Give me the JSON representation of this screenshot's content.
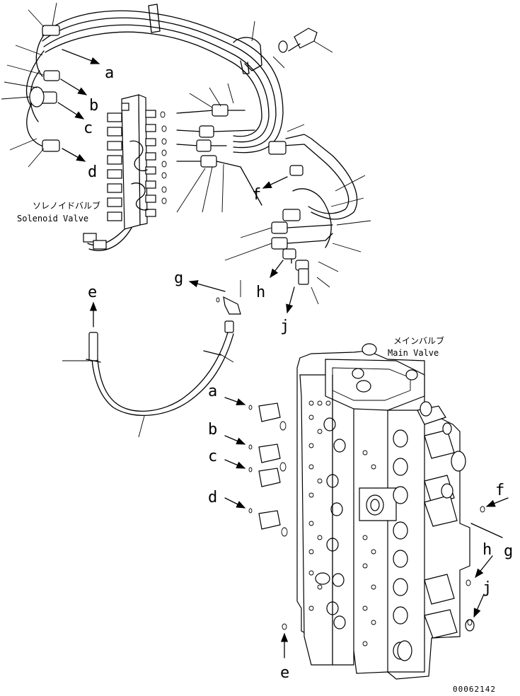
{
  "solenoid_valve": {
    "label_jp": "ソレノイドバルブ",
    "label_en": "Solenoid Valve"
  },
  "main_valve": {
    "label_jp": "メインバルブ",
    "label_en": "Main Valve"
  },
  "callouts": {
    "a_top": "a",
    "b_top": "b",
    "c_top": "c",
    "d_top": "d",
    "e_top": "e",
    "f_top": "f",
    "g_top": "g",
    "h_top": "h",
    "j_top": "j",
    "a_mid": "a",
    "b_mid": "b",
    "c_mid": "c",
    "d_mid": "d",
    "f_right": "f",
    "g_right": "g",
    "h_right": "h",
    "j_right": "j",
    "e_bottom": "e"
  },
  "drawing_number": "00062142"
}
